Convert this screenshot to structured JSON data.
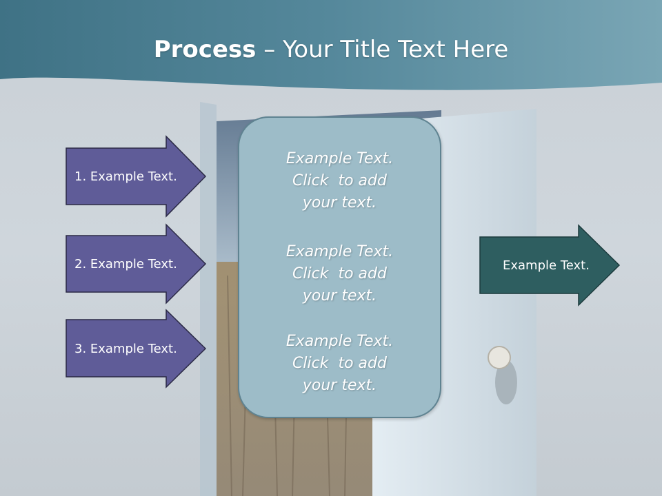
{
  "title": {
    "bold": "Process",
    "rest": " – Your Title Text Here"
  },
  "left_arrows": [
    {
      "label": "1. Example Text."
    },
    {
      "label": "2. Example Text."
    },
    {
      "label": "3. Example Text."
    }
  ],
  "center_box": {
    "paragraphs": [
      "Example Text.\nClick  to add\nyour text.",
      "Example Text.\nClick  to add\nyour text.",
      "Example Text.\nClick  to add\nyour text."
    ]
  },
  "right_arrow": {
    "label": "Example Text."
  },
  "colors": {
    "header_band": "#4f8598",
    "left_arrow_fill": "#5f5c98",
    "right_arrow_fill": "#2e5e60",
    "center_box_fill": "#9dbcc8"
  }
}
